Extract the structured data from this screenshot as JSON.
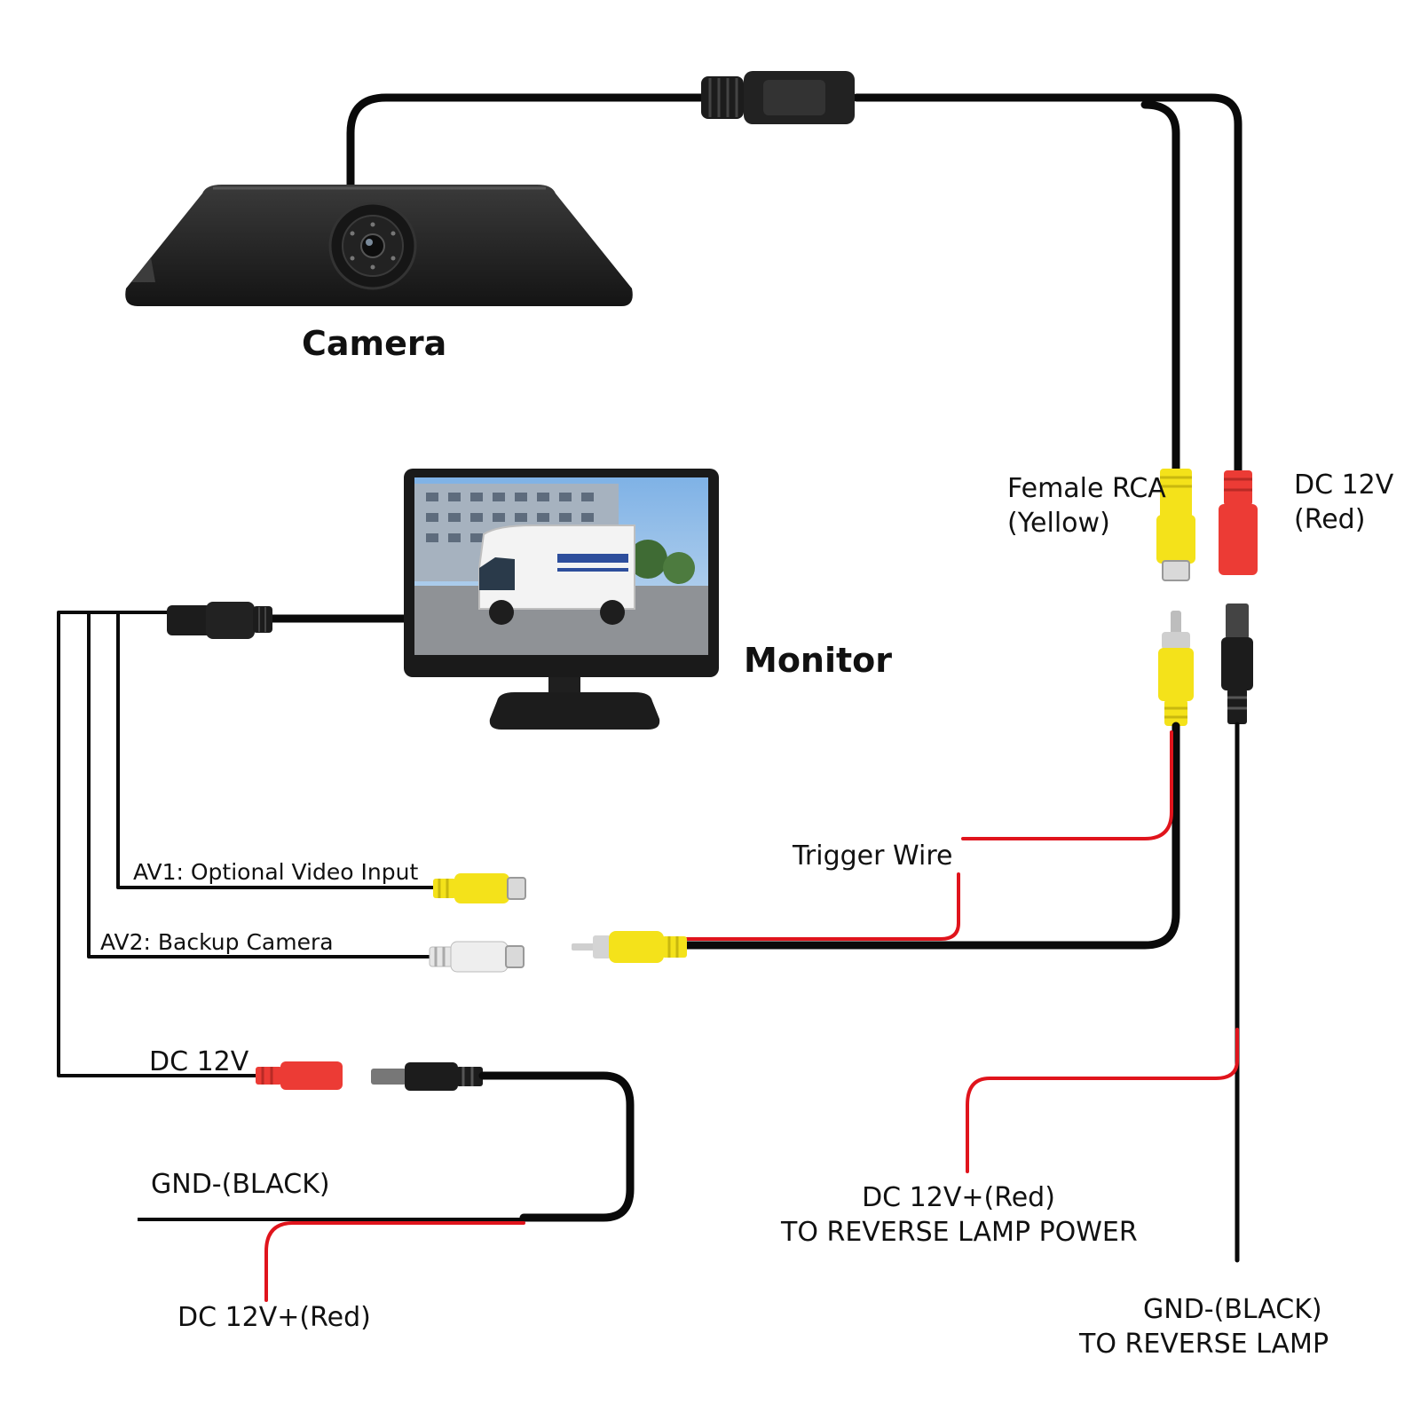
{
  "colors": {
    "wire_black": "#0a0a0a",
    "wire_red": "#e0141c",
    "rca_yellow": "#f4e21a",
    "rca_white": "#e6e6e6",
    "connector_red": "#ec3b35",
    "device_body": "#2a2a2a"
  },
  "icons": {
    "camera": "camera-icon",
    "monitor": "monitor-icon",
    "aviation_connector": "aviation-connector-icon",
    "rca_plug": "rca-plug-icon",
    "dc_plug": "dc-plug-icon"
  },
  "camera": {
    "label": "Camera"
  },
  "monitor": {
    "label": "Monitor"
  },
  "camera_connectors": {
    "rca_line1": "Female RCA",
    "rca_line2": "(Yellow)",
    "dc_line1": "DC 12V",
    "dc_line2": "(Red)"
  },
  "monitor_cables": {
    "av1": "AV1: Optional Video Input",
    "av2": "AV2: Backup Camera",
    "dc": "DC 12V"
  },
  "trigger": {
    "label": "Trigger Wire"
  },
  "power_left": {
    "gnd": "GND-(BLACK)",
    "dc": "DC 12V+(Red)"
  },
  "power_right": {
    "dc_line1": "DC 12V+(Red)",
    "dc_line2": "TO REVERSE LAMP POWER",
    "gnd_line1": "GND-(BLACK)",
    "gnd_line2": "TO REVERSE LAMP"
  }
}
